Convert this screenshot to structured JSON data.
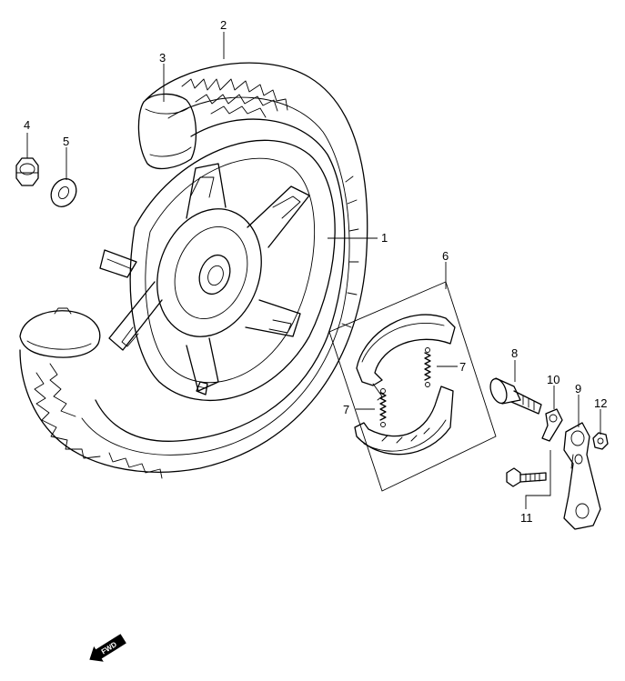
{
  "callouts": {
    "p1": "1",
    "p2": "2",
    "p3": "3",
    "p4": "4",
    "p5": "5",
    "p6": "6",
    "p7a": "7",
    "p7b": "7",
    "p8": "8",
    "p9": "9",
    "p10": "10",
    "p11": "11",
    "p12": "12"
  },
  "fwd_label": "FWD"
}
